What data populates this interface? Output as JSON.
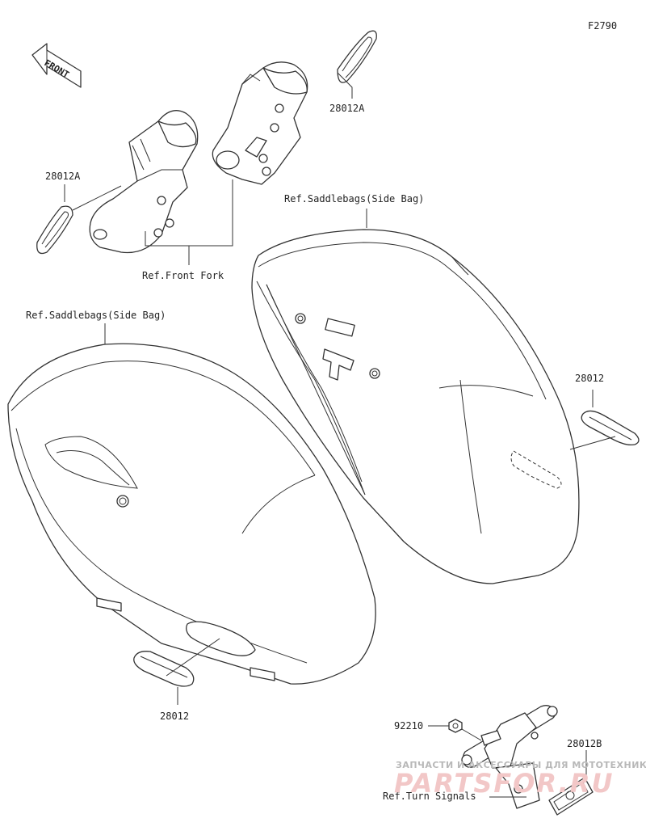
{
  "figure_code": "F2790",
  "front_arrow_label": "FRONT",
  "callouts": {
    "reflector_28012A_upper": "28012A",
    "reflector_28012A_left": "28012A",
    "reflector_28012_right": "28012",
    "reflector_28012_lower": "28012",
    "nut_92210": "92210",
    "reflector_28012B": "28012B"
  },
  "references": {
    "front_fork": "Ref.Front Fork",
    "saddlebag_right": "Ref.Saddlebags(Side Bag)",
    "saddlebag_left": "Ref.Saddlebags(Side Bag)",
    "turn_signals": "Ref.Turn Signals"
  },
  "watermark": {
    "line1": "ЗАПЧАСТИ И АКСЕССУАРЫ ДЛЯ МОТОТЕХНИКИ",
    "line2": "PARTSFOR.RU"
  }
}
